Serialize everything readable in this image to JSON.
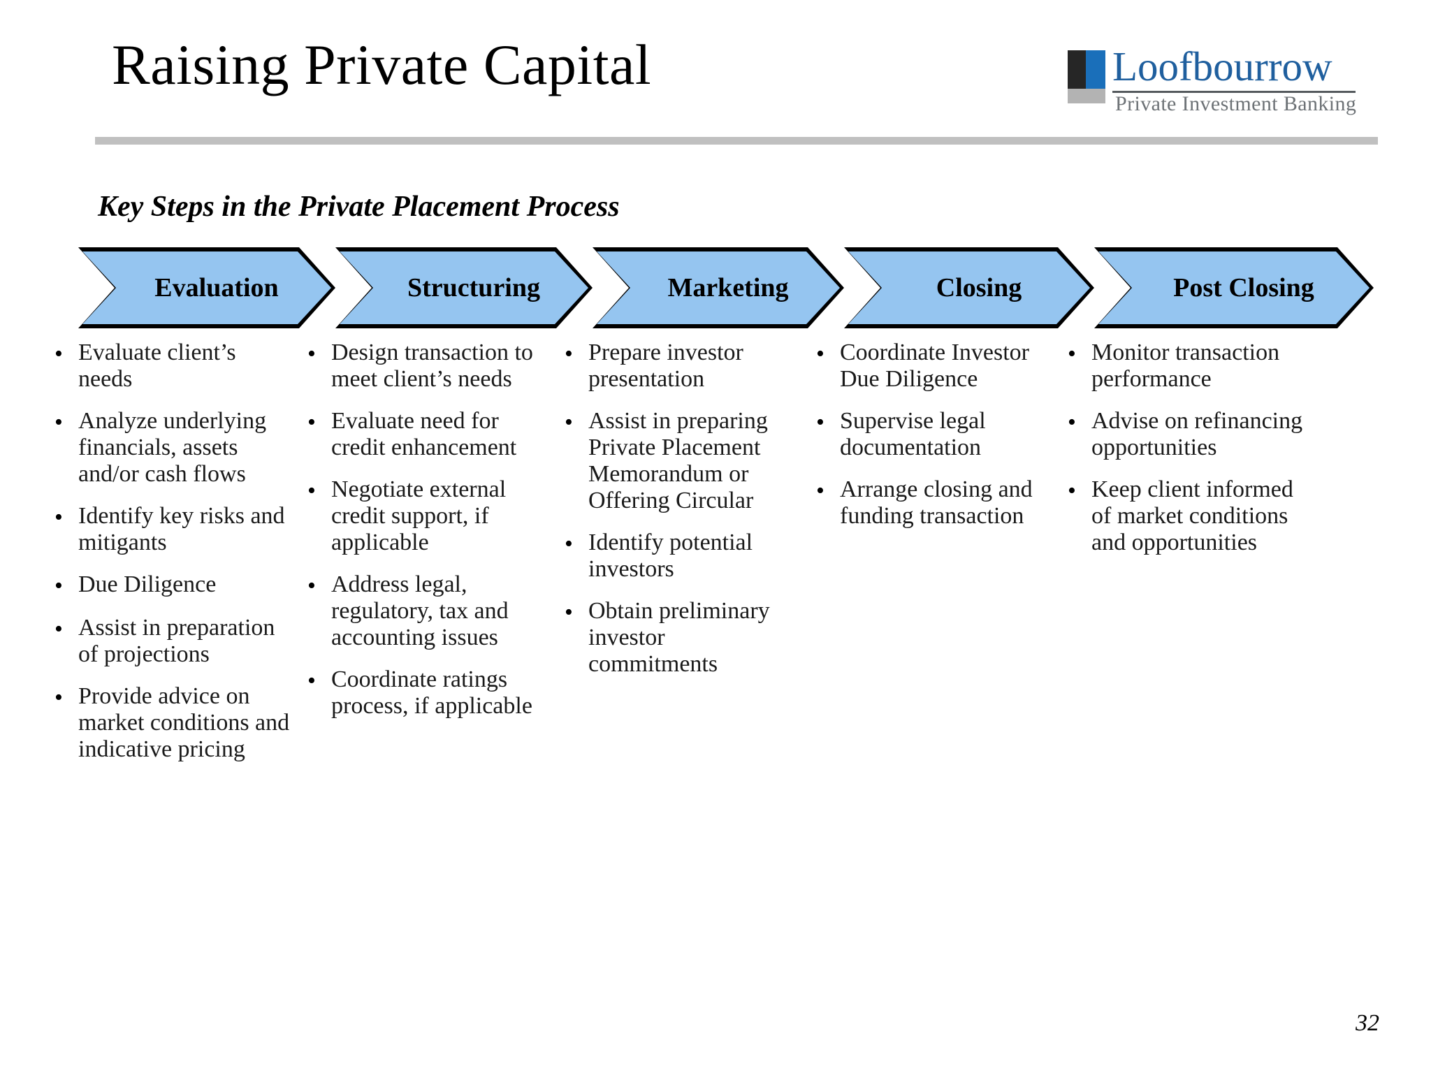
{
  "header": {
    "title": "Raising Private Capital",
    "rule_color": "#c0c0c0"
  },
  "logo": {
    "wordmark": "Loofbourrow",
    "tagline": "Private Investment Banking",
    "wordmark_color": "#1f5f9e",
    "tagline_color": "#6d7276",
    "mark_black": "#262626",
    "mark_blue": "#1a6fba",
    "mark_gray": "#b3b3b3"
  },
  "section": {
    "subtitle": "Key Steps in the Private Placement Process"
  },
  "process": {
    "chevron_fill": "#95C5F0",
    "chevron_border": "#000000",
    "steps": [
      {
        "label": "Evaluation",
        "bullets": [
          "Evaluate client’s needs",
          "Analyze underlying financials, assets and/or cash flows",
          "Identify key risks and mitigants",
          "Due Diligence",
          "Assist in preparation of projections",
          "Provide advice on market conditions and indicative pricing"
        ]
      },
      {
        "label": "Structuring",
        "bullets": [
          "Design transaction to meet client’s needs",
          "Evaluate need for credit enhancement",
          "Negotiate external credit support, if applicable",
          "Address legal, regulatory, tax and accounting issues",
          "Coordinate ratings process, if applicable"
        ]
      },
      {
        "label": "Marketing",
        "bullets": [
          "Prepare investor presentation",
          "Assist in preparing Private Placement Memorandum or Offering Circular",
          "Identify potential investors",
          "Obtain preliminary investor commitments"
        ]
      },
      {
        "label": "Closing",
        "bullets": [
          "Coordinate Investor Due Diligence",
          "Supervise legal documentation",
          "Arrange closing and funding transaction"
        ]
      },
      {
        "label": "Post Closing",
        "bullets": [
          "Monitor transaction performance",
          "Advise on refinancing opportunities",
          "Keep client informed of market conditions and opportunities"
        ]
      }
    ]
  },
  "footer": {
    "page_number": "32"
  },
  "bullet_glyph": "•"
}
